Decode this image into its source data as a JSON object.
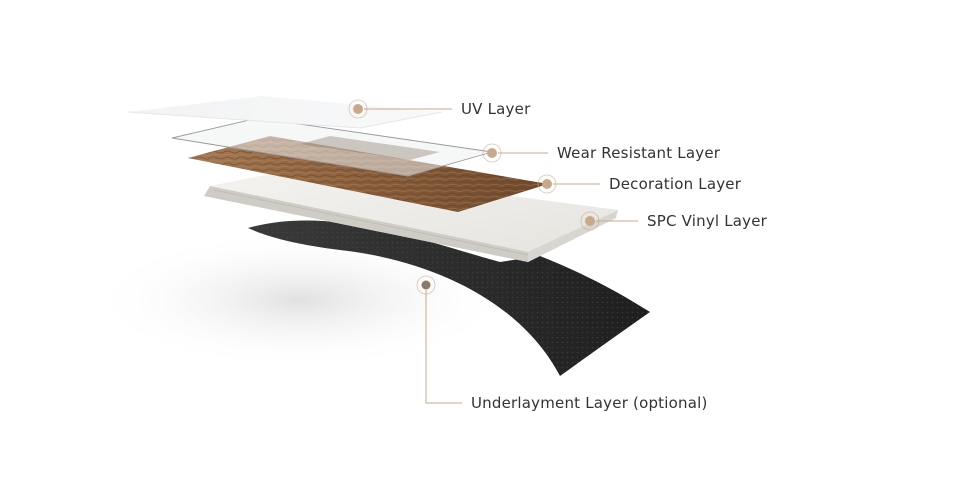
{
  "colors": {
    "accent": "#c9a98c",
    "leader_line": "#c9a98c",
    "label_text": "#333333",
    "underlayment": "#2a2a2a",
    "wood": "#8a5f3c",
    "spc": "#eceae6"
  },
  "layers": [
    {
      "id": "uv",
      "label": "UV Layer"
    },
    {
      "id": "wear",
      "label": "Wear Resistant Layer"
    },
    {
      "id": "decoration",
      "label": "Decoration Layer"
    },
    {
      "id": "spc",
      "label": "SPC Vinyl Layer"
    },
    {
      "id": "underlayment",
      "label": "Underlayment Layer (optional)"
    }
  ]
}
